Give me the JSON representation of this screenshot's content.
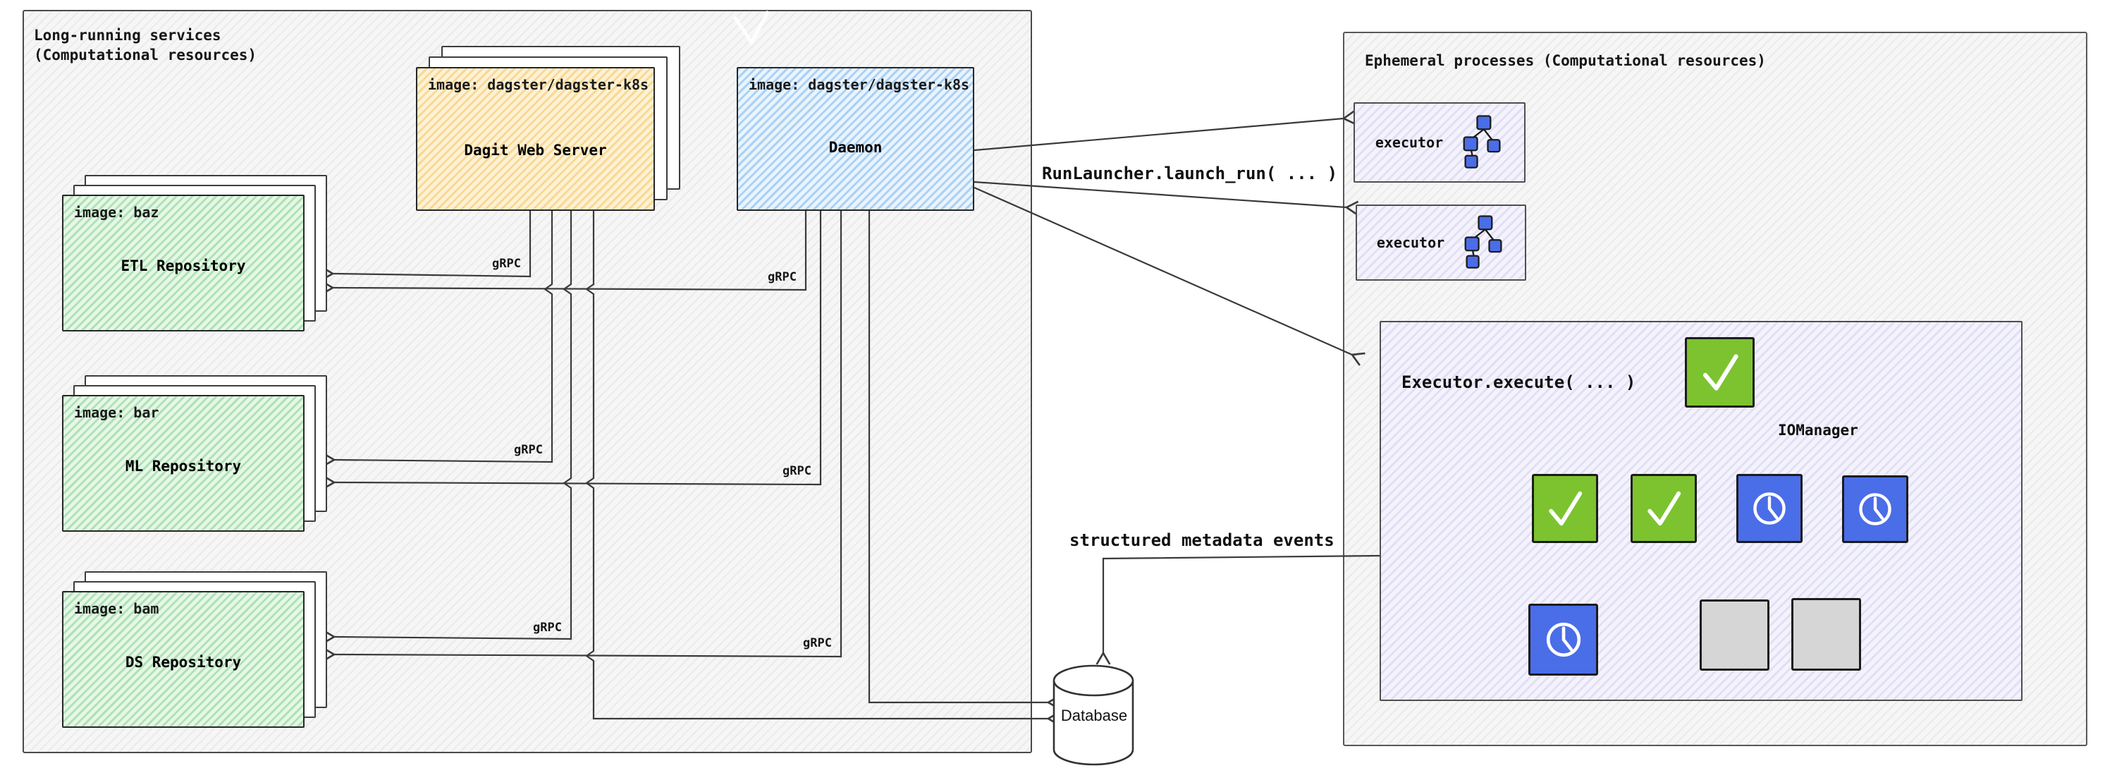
{
  "left_panel": {
    "title_line1": "Long-running services",
    "title_line2": "(Computational resources)"
  },
  "right_panel": {
    "title": "Ephemeral processes (Computational resources)"
  },
  "repos": [
    {
      "image": "image: baz",
      "name": "ETL Repository"
    },
    {
      "image": "image: bar",
      "name": "ML Repository"
    },
    {
      "image": "image: bam",
      "name": "DS Repository"
    }
  ],
  "dagit": {
    "image": "image: dagster/dagster-k8s",
    "name": "Dagit Web Server"
  },
  "daemon": {
    "image": "image: dagster/dagster-k8s",
    "name": "Daemon"
  },
  "executors": [
    {
      "label": "executor"
    },
    {
      "label": "executor"
    }
  ],
  "executor_box": {
    "title": "Executor.execute( ... )",
    "iomanager_label": "IOManager"
  },
  "edges": {
    "grpc": "gRPC",
    "run_launcher": "RunLauncher.launch_run( ... )",
    "metadata": "structured metadata events"
  },
  "database": {
    "label": "Database"
  },
  "colors": {
    "repo_green": "#7cc95f",
    "dagit_orange": "#f6bb4e",
    "daemon_blue": "#76b4ee",
    "executor_lavender": "#f4f3fc",
    "step_success_green": "#7cc32f",
    "step_waiting_blue": "#4a6de8",
    "step_queued_gray": "#d6d6d6",
    "line_ink": "#3a3a3a"
  }
}
